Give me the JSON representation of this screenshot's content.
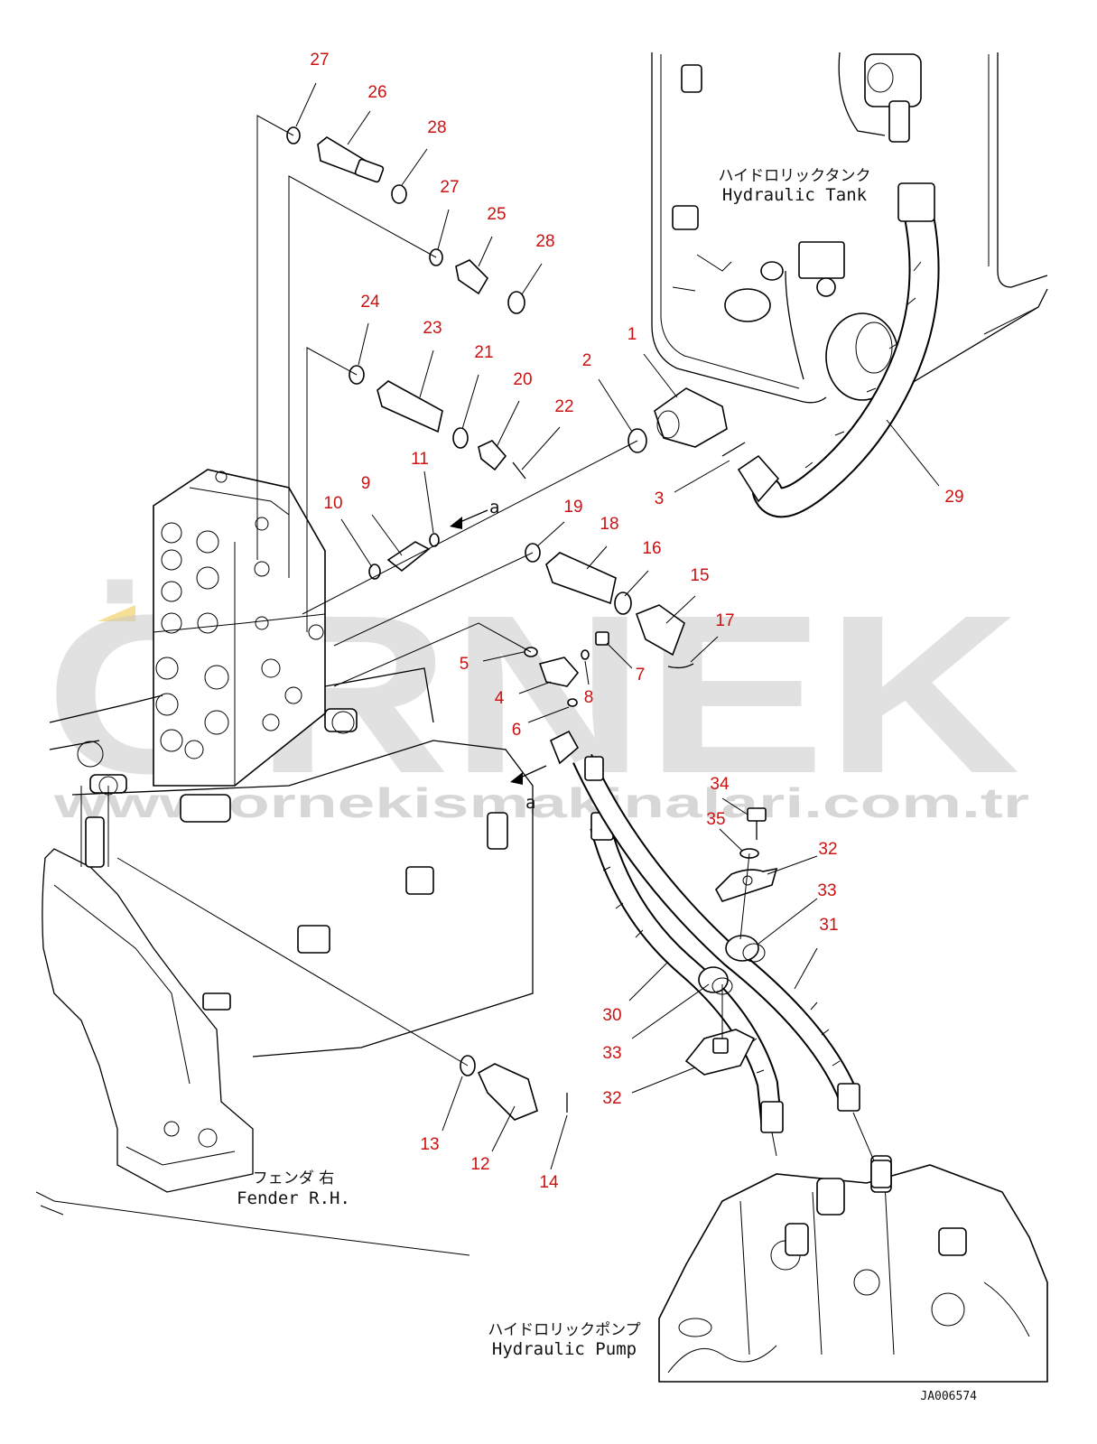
{
  "part_numbers": [
    "1",
    "2",
    "3",
    "4",
    "5",
    "6",
    "7",
    "8",
    "9",
    "10",
    "11",
    "12",
    "13",
    "14",
    "15",
    "16",
    "17",
    "18",
    "19",
    "20",
    "21",
    "22",
    "23",
    "24",
    "25",
    "26",
    "27",
    "27",
    "28",
    "28",
    "29",
    "30",
    "31",
    "32",
    "32",
    "33",
    "33",
    "34",
    "35"
  ],
  "arrow_marker": "a",
  "labels": {
    "tank_jp": "ハイドロリックタンク",
    "tank_en": "Hydraulic Tank",
    "fender_jp": "フェンダ 右",
    "fender_en": "Fender R.H.",
    "pump_jp": "ハイドロリックポンプ",
    "pump_en": "Hydraulic Pump"
  },
  "drawing_code": "JA006574",
  "watermark": {
    "brand": "ÖRNEK",
    "url": "www.ornekismakinalari.com.tr"
  },
  "colors": {
    "callout": "#cc1111",
    "line": "#000000",
    "watermark": "#c9c9c9",
    "watermark_accent": "#f2d36b"
  }
}
